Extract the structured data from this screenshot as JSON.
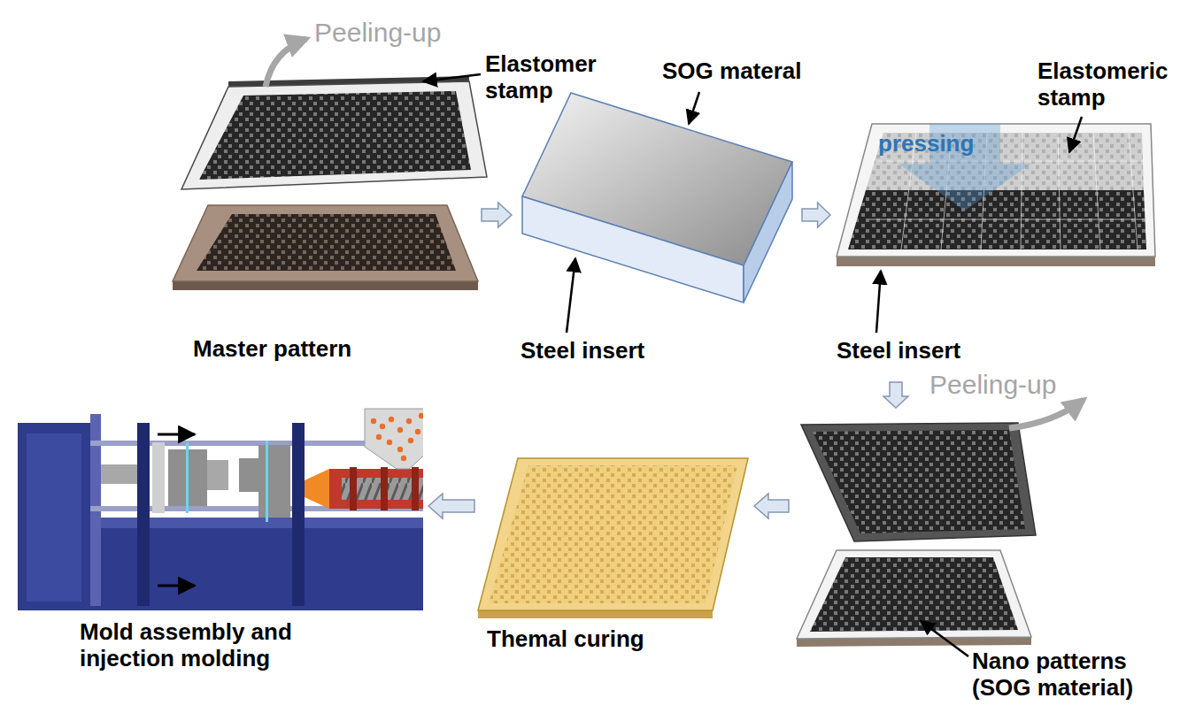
{
  "diagram": {
    "nodes": [
      {
        "text": [
          "Master pattern"
        ]
      },
      {
        "text": [
          "Steel insert"
        ]
      },
      {
        "text": [
          "Steel insert"
        ]
      },
      {
        "text": [
          "Nano patterns (SOG material)"
        ]
      },
      {
        "text": [
          "Themal curing"
        ]
      },
      {
        "text": [
          "Mold assembly and injection molding"
        ]
      }
    ],
    "edges": [
      {
        "from": 0,
        "to": 1,
        "arrow": "to"
      },
      {
        "from": 1,
        "to": 2,
        "arrow": "to"
      },
      {
        "from": 2,
        "to": 3,
        "arrow": "to"
      },
      {
        "from": 3,
        "to": 4,
        "arrow": "to"
      },
      {
        "from": 4,
        "to": 5,
        "arrow": "to"
      }
    ],
    "labels": [
      "Peeling-up",
      "Elastomer stamp",
      "SOG materal",
      "Elastomeric stamp",
      "pressing",
      "Peeling-up"
    ]
  }
}
